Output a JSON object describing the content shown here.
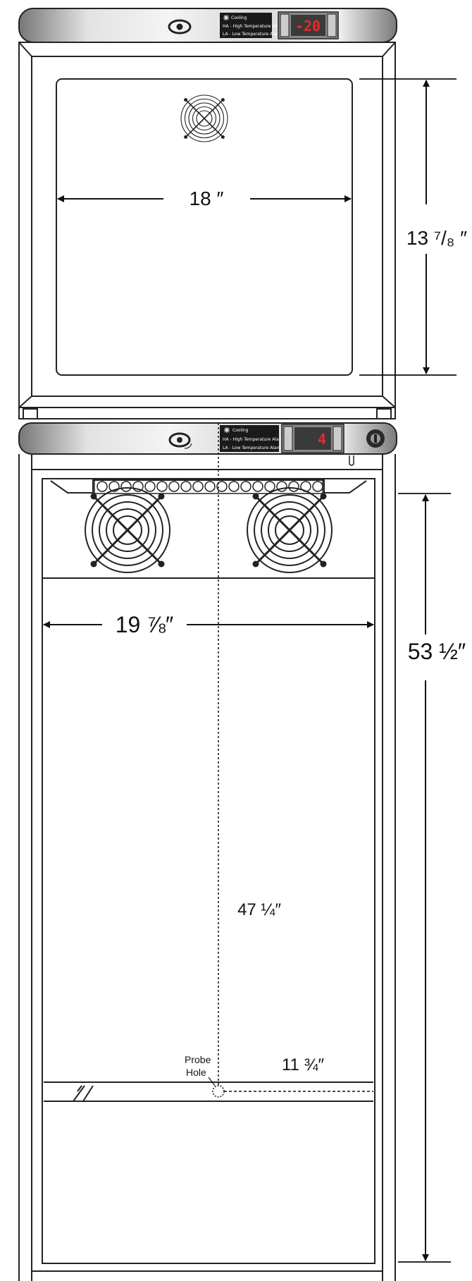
{
  "upper_unit": {
    "display_value": "-20",
    "legend": [
      "Cooling",
      "HA - High Temperature Alarm",
      "LA - Low Temperature Alarm"
    ],
    "width_label": "18 ″",
    "height_label": "13 ⁷/₈ ″"
  },
  "lower_unit": {
    "display_value": "4",
    "legend": [
      "Cooling",
      "HA - High Temperature Alarm",
      "LA - Low Temperature Alarm"
    ],
    "width_label": "19 ⅞″",
    "height_label": "53 ½″",
    "probe_height_label": "47 ¼″",
    "probe_offset_label": "11 ¾″",
    "probe_label_line1": "Probe",
    "probe_label_line2": "Hole"
  },
  "colors": {
    "outline": "#222222",
    "panel_light": "#e9e9e9",
    "panel_dark": "#777777",
    "display_bg": "#3a3a3a",
    "display_digits": "#e52b2b",
    "legend_bg": "#1a1a1a"
  },
  "icons": [
    "key-lock-icon",
    "snowflake-icon",
    "fan-grille-icon",
    "round-lock-icon"
  ]
}
